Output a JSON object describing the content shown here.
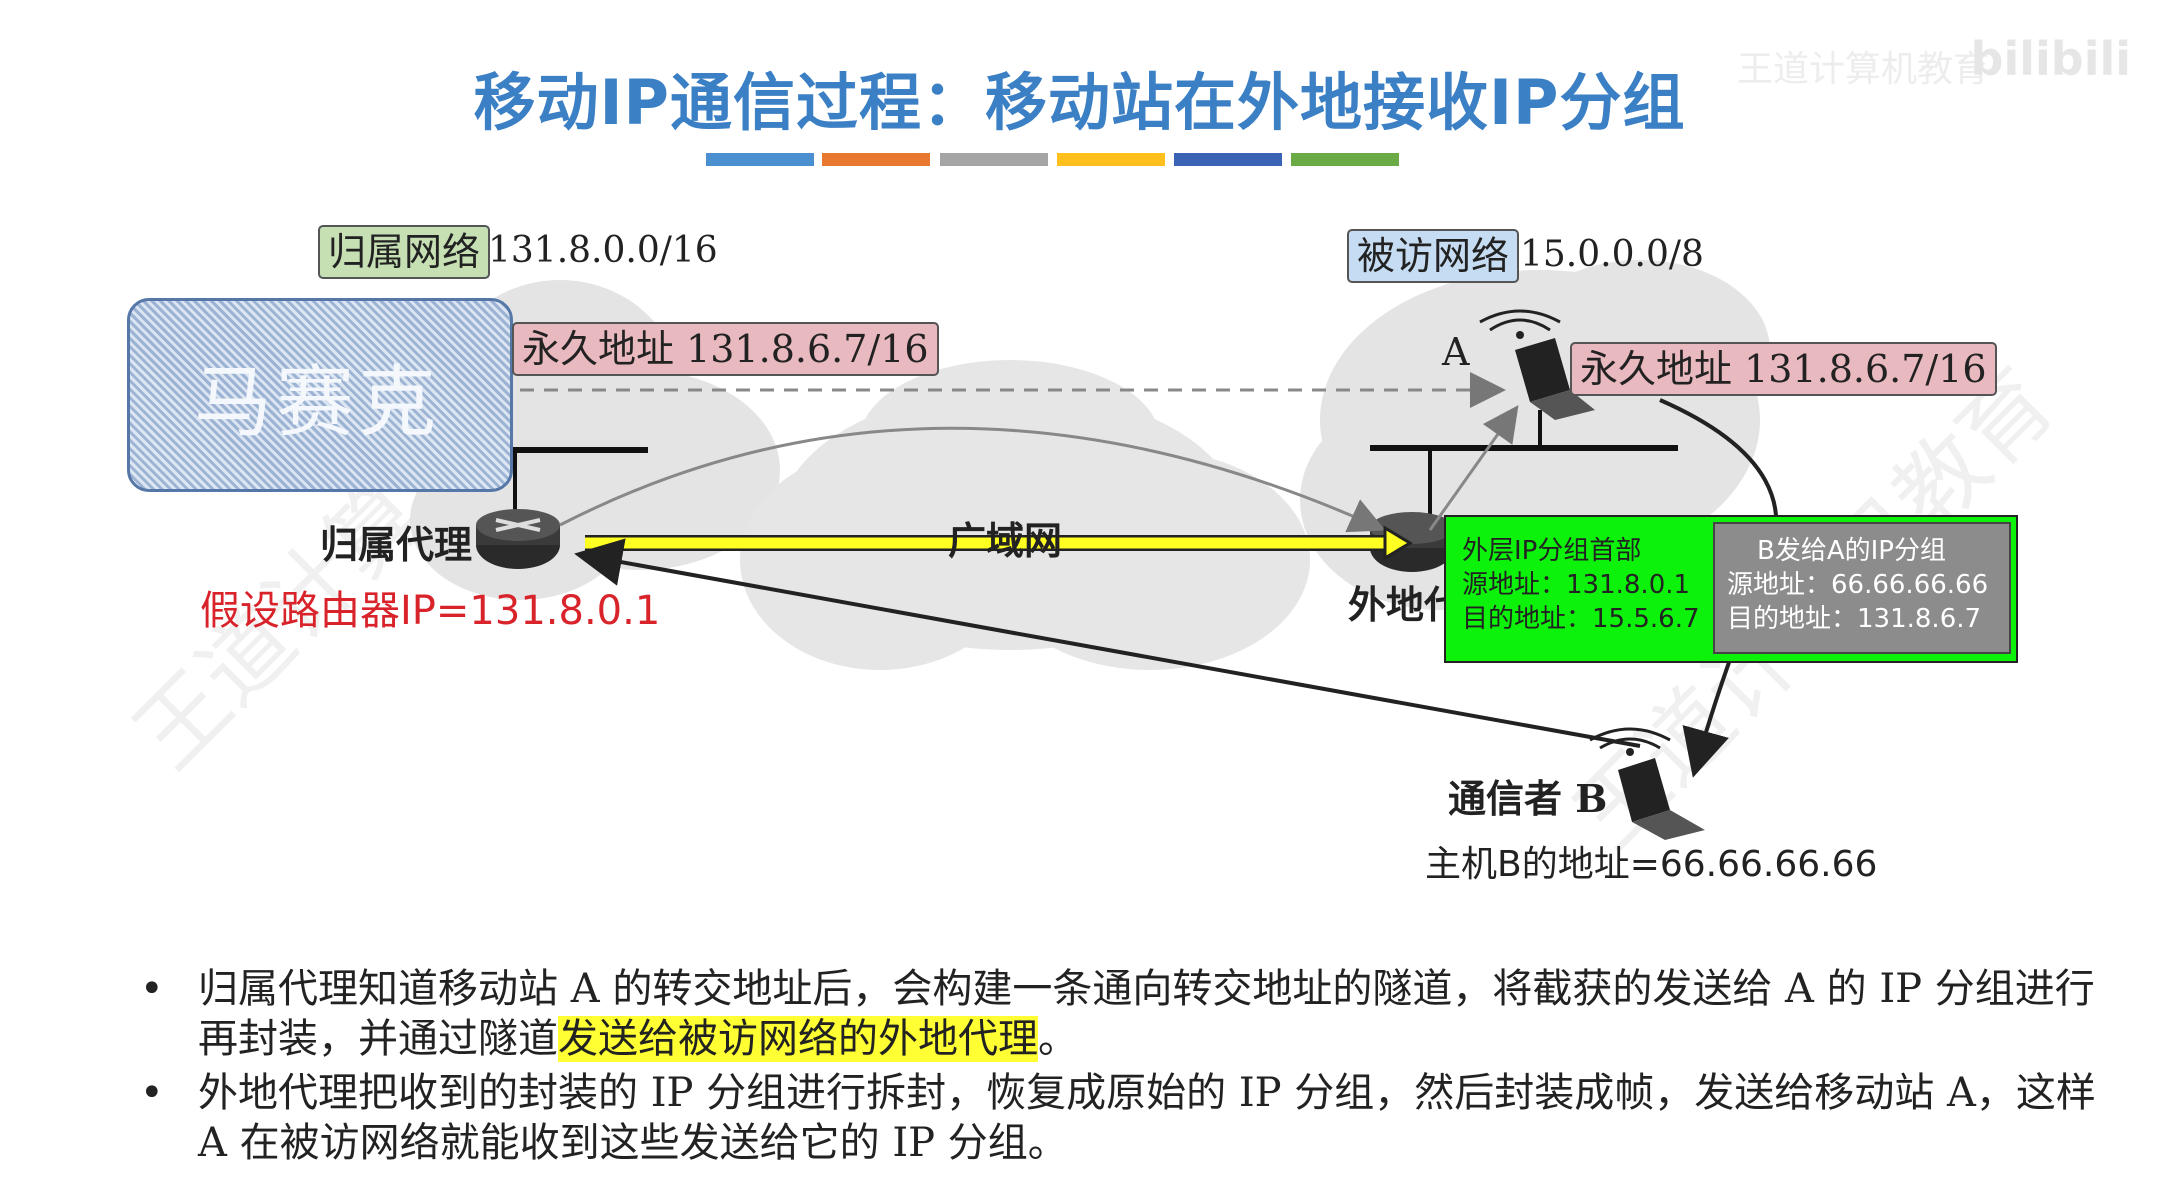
{
  "title": "移动IP通信过程：移动站在外地接收IP分组",
  "title_bar_colors": [
    "#4a8fd0",
    "#e8782f",
    "#a5a5a5",
    "#ffbf1c",
    "#3a62b5",
    "#6aab46"
  ],
  "brand": {
    "channel": "王道计算机教育",
    "site": "bilibili"
  },
  "watermark": "王道计算机教育",
  "home_network": {
    "tag": "归属网络",
    "prefix": "131.8.0.0/16"
  },
  "visited_network": {
    "tag": "被访网络",
    "prefix": "15.0.0.0/8"
  },
  "blurred_name": "马赛克",
  "home_permanent_address": "永久地址 131.8.6.7/16",
  "mobile_label": "A",
  "mobile_permanent_address": "永久地址 131.8.6.7/16",
  "home_agent_label": "归属代理",
  "router_ip_note": "假设路由器IP=131.8.0.1",
  "wan_label": "广域网",
  "foreign_agent_label": "外地代理",
  "outer_packet": {
    "header": "外层IP分组首部",
    "src": "源地址：131.8.0.1",
    "dst": "目的地址：15.5.6.7"
  },
  "inner_packet": {
    "header": "B发给A的IP分组",
    "src": "源地址：66.66.66.66",
    "dst": "目的地址：131.8.6.7"
  },
  "correspondent_label": "通信者 B",
  "host_b_address": "主机B的地址=66.66.66.66",
  "bullets": [
    {
      "before": "归属代理知道移动站 A 的转交地址后，会构建一条通向转交地址的隧道，将截获的发送给 A 的 IP 分组进行再封装，并通过隧道",
      "highlight": "发送给被访网络的外地代理",
      "after": "。"
    },
    {
      "before": "外地代理把收到的封装的 IP 分组进行拆封，恢复成原始的 IP 分组，然后封装成帧，发送给移动站 A，这样 A 在被访网络就能收到这些发送给它的 IP 分组。",
      "highlight": "",
      "after": ""
    }
  ]
}
